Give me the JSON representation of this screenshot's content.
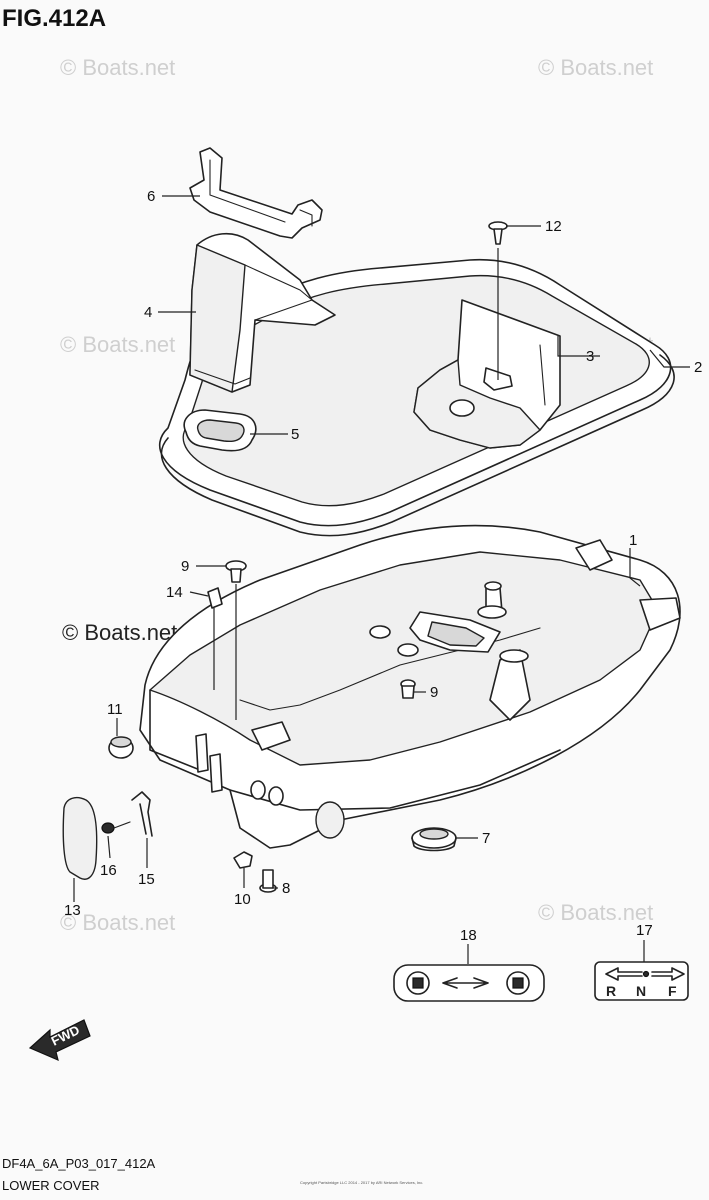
{
  "figure": {
    "title": "FIG.412A",
    "code": "DF4A_6A_P03_017_412A",
    "name": "LOWER COVER",
    "copyright_small": "Copyright Partsbridge LLC 2014 - 2017 by ARI Network Services, Inc."
  },
  "watermark": {
    "text": "© Boats.net"
  },
  "fwd_arrow": {
    "text": "FWD"
  },
  "decal_17": {
    "letters": [
      "R",
      "N",
      "F"
    ]
  },
  "callouts": [
    {
      "number": "1"
    },
    {
      "number": "2"
    },
    {
      "number": "3"
    },
    {
      "number": "4"
    },
    {
      "number": "5"
    },
    {
      "number": "6"
    },
    {
      "number": "7"
    },
    {
      "number": "8"
    },
    {
      "number": "9"
    },
    {
      "number": "9"
    },
    {
      "number": "10"
    },
    {
      "number": "11"
    },
    {
      "number": "12"
    },
    {
      "number": "13"
    },
    {
      "number": "14"
    },
    {
      "number": "15"
    },
    {
      "number": "16"
    },
    {
      "number": "17"
    },
    {
      "number": "18"
    }
  ]
}
